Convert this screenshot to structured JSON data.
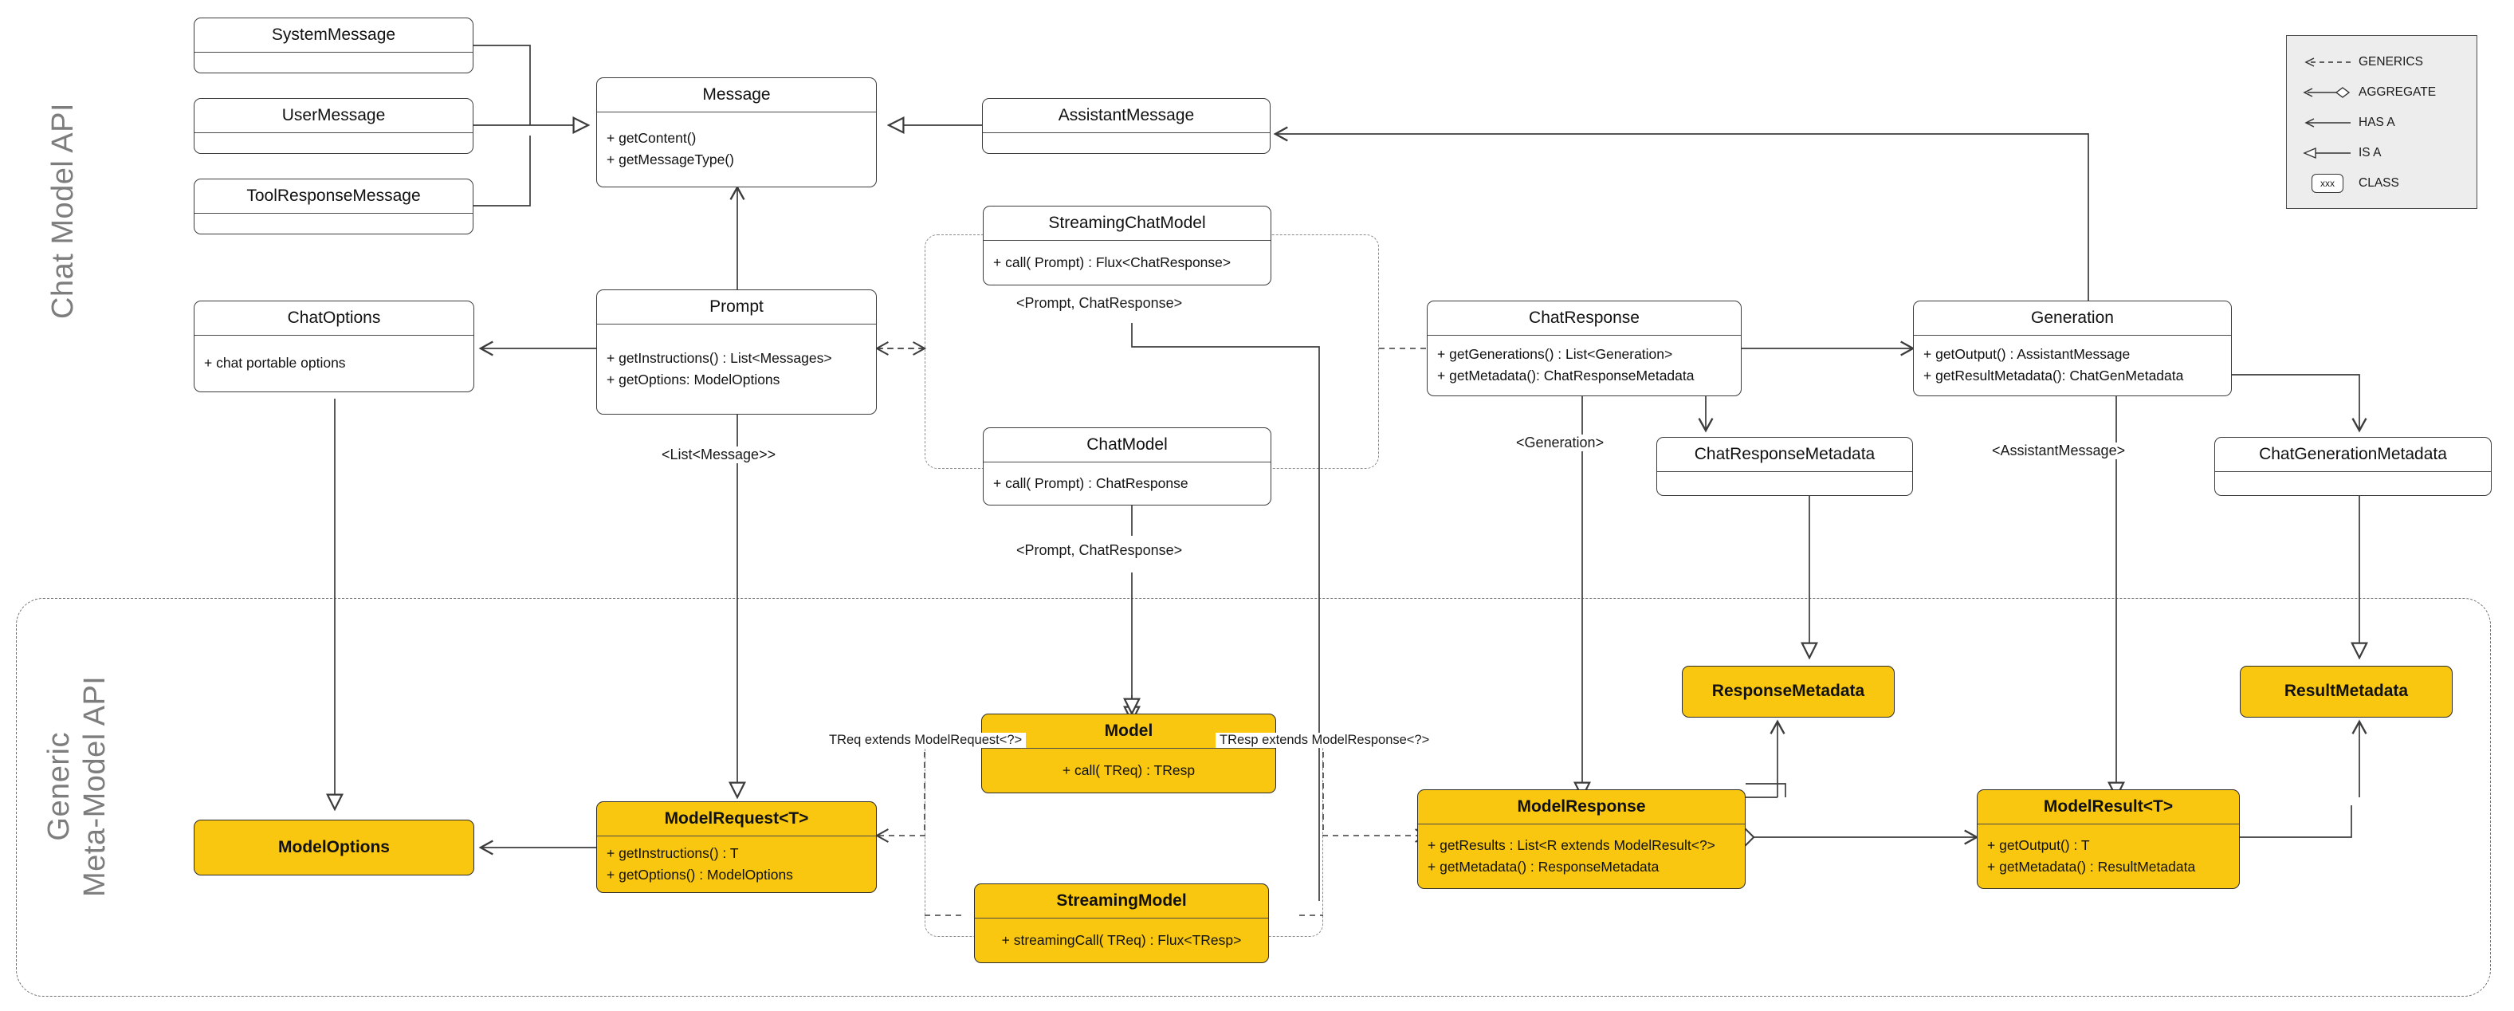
{
  "diagram": {
    "title": "Spring AI Chat Model API / Generic Meta-Model API class diagram",
    "accent_yellow": "#fac710",
    "line_color": "#3c3c3c",
    "caption_color": "#7d7d7d"
  },
  "sections": {
    "chat_model_api": "Chat Model API",
    "generic_meta_model_api_line1": "Generic",
    "generic_meta_model_api_line2": "Meta-Model API"
  },
  "classes": {
    "system_message": {
      "name": "SystemMessage",
      "members": []
    },
    "user_message": {
      "name": "UserMessage",
      "members": []
    },
    "tool_response_message": {
      "name": "ToolResponseMessage",
      "members": []
    },
    "message": {
      "name": "Message",
      "members": [
        "+ getContent()",
        "+ getMessageType()"
      ]
    },
    "assistant_message": {
      "name": "AssistantMessage",
      "members": []
    },
    "chat_options": {
      "name": "ChatOptions",
      "members": [
        "+ chat portable options"
      ]
    },
    "prompt": {
      "name": "Prompt",
      "members": [
        "+ getInstructions() : List<Messages>",
        "+ getOptions: ModelOptions"
      ]
    },
    "streaming_chat_model": {
      "name": "StreamingChatModel",
      "members": [
        "+ call( Prompt) : Flux<ChatResponse>"
      ]
    },
    "chat_model": {
      "name": "ChatModel",
      "members": [
        "+ call( Prompt) : ChatResponse"
      ]
    },
    "chat_response": {
      "name": "ChatResponse",
      "members": [
        "+ getGenerations() : List<Generation>",
        "+ getMetadata(): ChatResponseMetadata"
      ]
    },
    "generation": {
      "name": "Generation",
      "members": [
        "+ getOutput() : AssistantMessage",
        "+ getResultMetadata(): ChatGenMetadata"
      ]
    },
    "chat_response_metadata": {
      "name": "ChatResponseMetadata",
      "members": []
    },
    "chat_generation_metadata": {
      "name": "ChatGenerationMetadata",
      "members": []
    },
    "response_metadata": {
      "name": "ResponseMetadata",
      "members": []
    },
    "result_metadata": {
      "name": "ResultMetadata",
      "members": []
    },
    "model_options": {
      "name": "ModelOptions",
      "members": []
    },
    "model_request": {
      "name": "ModelRequest<T>",
      "members": [
        "+ getInstructions() : T",
        "+ getOptions() : ModelOptions"
      ]
    },
    "model": {
      "name": "Model",
      "members": [
        "+ call( TReq) : TResp"
      ]
    },
    "streaming_model": {
      "name": "StreamingModel",
      "members": [
        "+ streamingCall( TReq) : Flux<TResp>"
      ]
    },
    "model_response": {
      "name": "ModelResponse",
      "members": [
        "+ getResults : List<R extends ModelResult<?>",
        "+ getMetadata() : ResponseMetadata"
      ]
    },
    "model_result": {
      "name": "ModelResult<T>",
      "members": [
        "+ getOutput() : T",
        "+ getMetadata() : ResultMetadata"
      ]
    }
  },
  "edge_labels": {
    "prompt_chatresponse_top": "<Prompt, ChatResponse>",
    "prompt_chatresponse_bottom": "<Prompt, ChatResponse>",
    "list_message": "<List<Message>>",
    "generation": "<Generation>",
    "assistant_message": "<AssistantMessage>",
    "treq_extends": "TReq extends ModelRequest<?>",
    "tresp_extends": "TResp extends ModelResponse<?>"
  },
  "legend": {
    "items": [
      {
        "symbol": "dashed-arrow",
        "label": "GENERICS"
      },
      {
        "symbol": "diamond-arrow",
        "label": "AGGREGATE"
      },
      {
        "symbol": "solid-arrow",
        "label": "HAS A"
      },
      {
        "symbol": "hollow-triangle-arrow",
        "label": "IS A"
      },
      {
        "symbol": "class-chip",
        "label": "CLASS"
      }
    ],
    "class_chip_text": "xxx"
  }
}
